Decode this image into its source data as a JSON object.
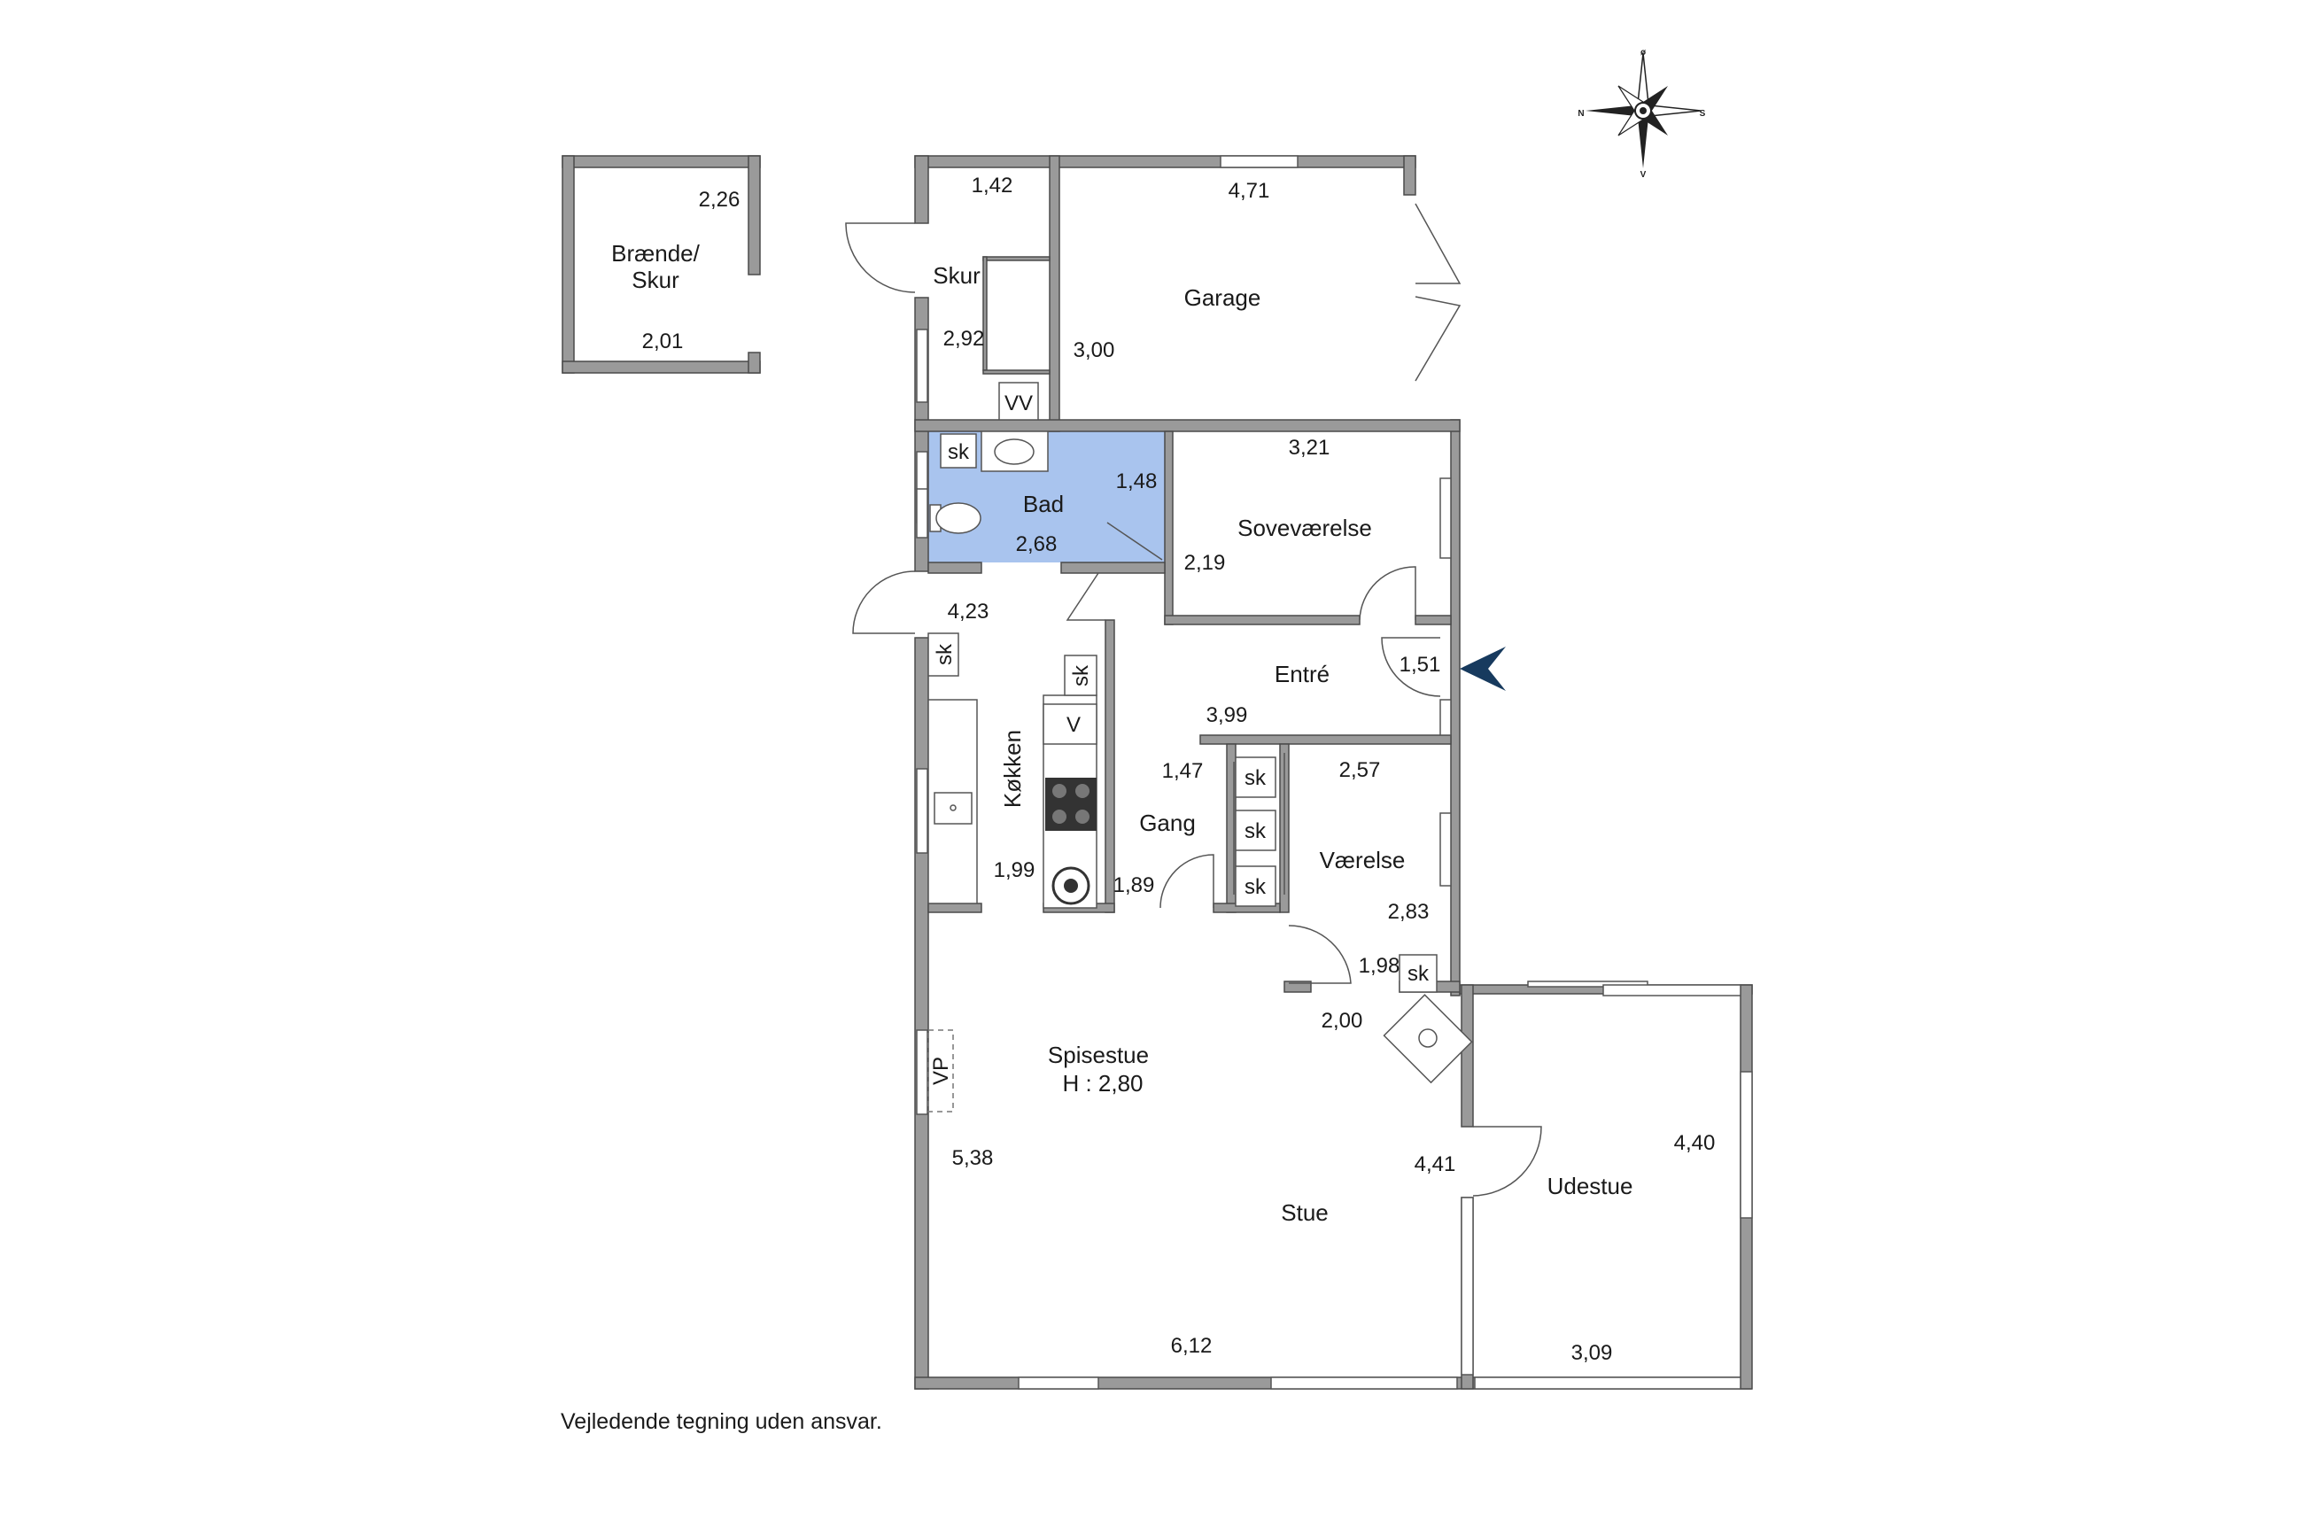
{
  "rooms": {
    "braende_skur": "Brænde/\nSkur",
    "braende_skur_line1": "Brænde/",
    "braende_skur_line2": "Skur",
    "skur": "Skur",
    "garage": "Garage",
    "bad": "Bad",
    "sovevaerelse": "Soveværelse",
    "entre": "Entré",
    "koekken": "Køkken",
    "gang": "Gang",
    "vaerelse": "Værelse",
    "spisestue": "Spisestue",
    "spisestue_height": "H : 2,80",
    "stue": "Stue",
    "udestue": "Udestue"
  },
  "dimensions": {
    "braende_top": "2,26",
    "braende_bottom": "2,01",
    "skur_top": "1,42",
    "skur_side": "2,92",
    "garage_top": "4,71",
    "garage_side": "3,00",
    "bad_side": "1,48",
    "bad_bottom": "2,68",
    "sove_top": "3,21",
    "sove_side": "2,19",
    "koekken_top": "4,23",
    "entre_small": "1,51",
    "entre_bottom": "3,99",
    "gang_top": "1,47",
    "gang_bottom": "1,89",
    "koekken_bottom": "1,99",
    "vaerelse_top": "2,57",
    "vaerelse_side": "2,83",
    "closet_small": "1,98",
    "hall_small": "2,00",
    "spisestue_side": "5,38",
    "stue_side": "4,41",
    "stue_bottom": "6,12",
    "udestue_side": "4,40",
    "udestue_bottom": "3,09"
  },
  "fixtures": {
    "sk": "sk",
    "vv": "VV",
    "v": "V",
    "vp": "VP"
  },
  "compass": {
    "north": "ø",
    "west_top": "N",
    "east": "S",
    "south": "V"
  },
  "caption": "Vejledende tegning uden ansvar.",
  "colors": {
    "bathroom": "#a9c4ee",
    "wall": "#9a9a9a",
    "entrance_arrow": "#173a5e"
  }
}
